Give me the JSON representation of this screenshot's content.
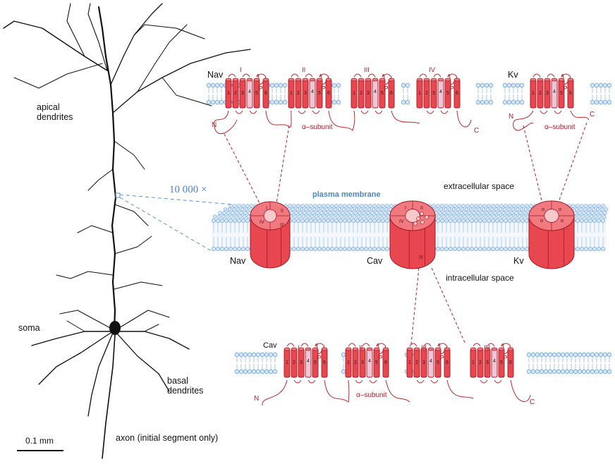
{
  "labels": {
    "apical": "apical\ndendrites",
    "soma": "soma",
    "basal": "basal\ndendrites",
    "axon": "axon (initial segment only)",
    "scale": "0.1 mm",
    "zoom": "10 000 ×",
    "plasma_membrane": "plasma membrane",
    "extracellular": "extracellular space",
    "intracellular": "intracellular space"
  },
  "channels": {
    "nav": "Nav",
    "cav": "Cav",
    "kv": "Kv",
    "alpha_subunit": "α–subunit",
    "n_term": "N",
    "c_term": "C",
    "pore": "P",
    "domains": [
      "I",
      "II",
      "III",
      "IV"
    ],
    "segments": [
      "1",
      "2",
      "3",
      "4",
      "5",
      "6"
    ],
    "kv_cyl": [
      "α",
      "α",
      "α",
      "α"
    ]
  },
  "colors": {
    "channel_red": "#e8474f",
    "s4_pink": "#f1c4d6",
    "lipid_blue": "#6ea6dc",
    "dashed_blue": "#5a94d0",
    "dashed_red": "#b0202a"
  }
}
